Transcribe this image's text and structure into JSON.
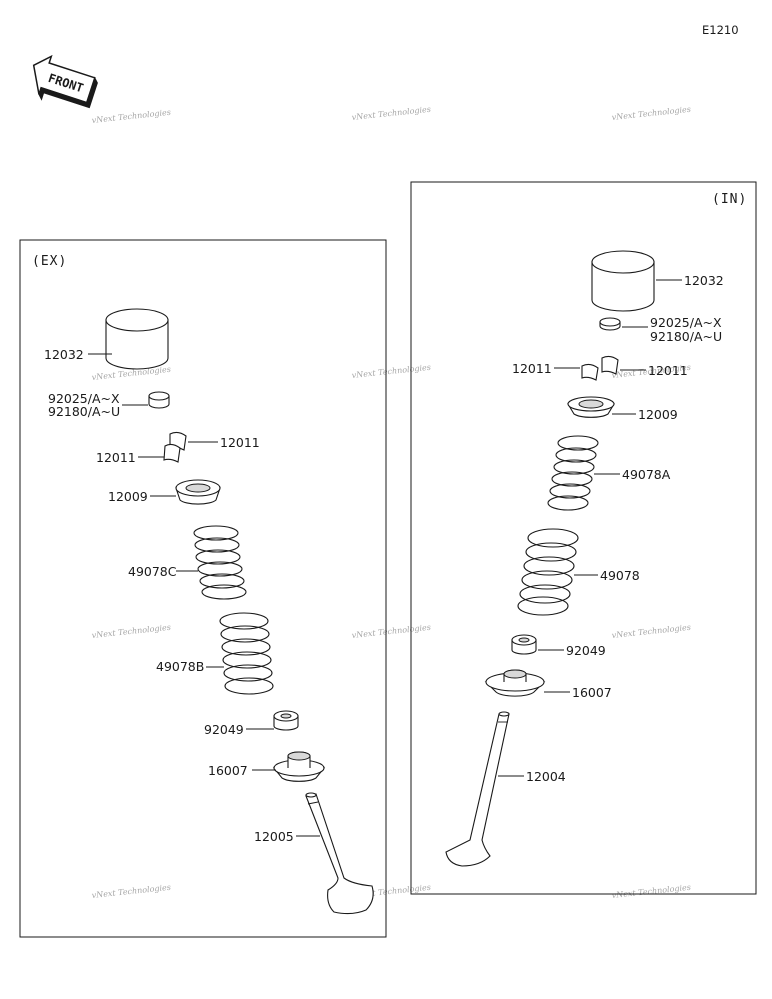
{
  "diagram_code": "E1210",
  "front_label": "FRONT",
  "watermark": "vNext Technologies",
  "panels": {
    "ex": {
      "title": "(EX)",
      "labels": {
        "tappet": "12032",
        "shim_a": "92025/A~X",
        "shim_b": "92180/A~U",
        "collet_right": "12011",
        "collet_left": "12011",
        "retainer": "12009",
        "spring_inner": "49078C",
        "spring_outer": "49078B",
        "seal": "92049",
        "seat": "16007",
        "valve": "12005"
      }
    },
    "in": {
      "title": "(IN)",
      "labels": {
        "tappet": "12032",
        "shim_a": "92025/A~X",
        "shim_b": "92180/A~U",
        "collet_left": "12011",
        "collet_right": "12011",
        "retainer": "12009",
        "spring_inner": "49078A",
        "spring_outer": "49078",
        "seal": "92049",
        "seat": "16007",
        "valve": "12004"
      }
    }
  }
}
